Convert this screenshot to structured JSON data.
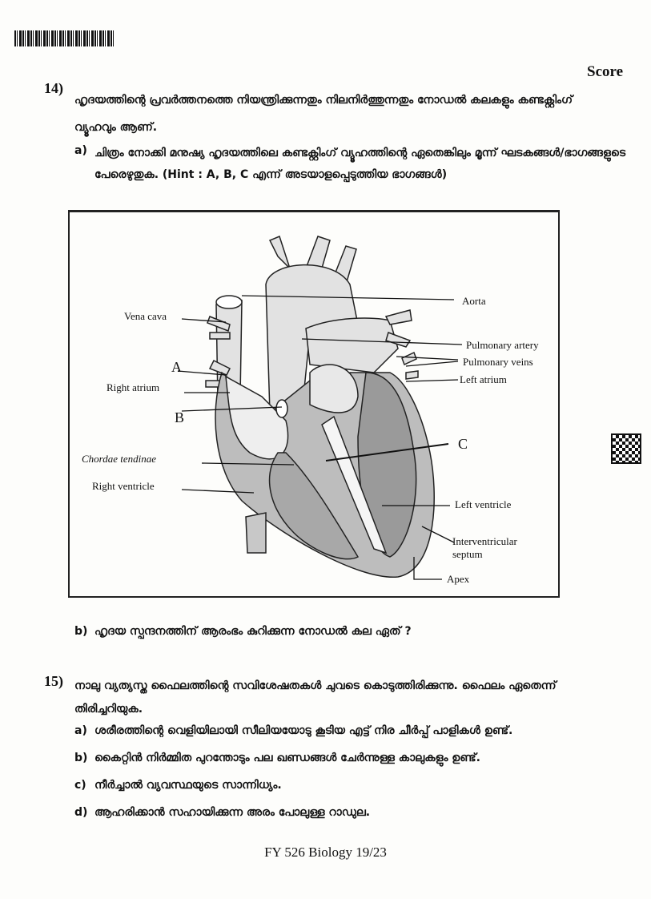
{
  "header": {
    "score_label": "Score"
  },
  "q14": {
    "number": "14)",
    "stem": "ഹൃദയത്തിന്റെ പ്രവർത്തനത്തെ നിയന്ത്രിക്കുന്നതും നിലനിർത്തുന്നതും നോഡൽ കലകളും കണ്ടക്റ്റിംഗ് വ്യൂഹവും ആണ്.",
    "a_label": "a)",
    "a_text": "ചിത്രം നോക്കി മനുഷ്യ ഹൃദയത്തിലെ കണ്ടക്റ്റിംഗ് വ്യൂഹത്തിന്റെ ഏതെങ്കിലും മൂന്ന് ഘടകങ്ങൾ/ഭാഗങ്ങളുടെ പേരെഴുതുക. (Hint : A, B, C എന്ന് അടയാളപ്പെടുത്തിയ ഭാഗങ്ങൾ)",
    "b_label": "b)",
    "b_text": "ഹൃദയ സ്പന്ദനത്തിന് ആരംഭം കുറിക്കുന്ന നോഡൽ കല ഏത് ?"
  },
  "diagram": {
    "labels": {
      "aorta": "Aorta",
      "vena_cava": "Vena cava",
      "pulmonary_artery": "Pulmonary artery",
      "pulmonary_veins": "Pulmonary veins",
      "left_atrium": "Left atrium",
      "a": "A",
      "right_atrium": "Right atrium",
      "b": "B",
      "c": "C",
      "chordae": "Chordae tendinae",
      "right_ventricle": "Right ventricle",
      "left_ventricle": "Left ventricle",
      "septum_1": "Interventricular",
      "septum_2": "septum",
      "apex": "Apex"
    }
  },
  "q15": {
    "number": "15)",
    "stem": "നാലു വ്യത്യസ്ത ഫൈലത്തിന്റെ സവിശേഷതകൾ ചുവടെ കൊടുത്തിരിക്കുന്നു. ഫൈലം ഏതെന്ന് തിരിച്ചറിയുക.",
    "items": [
      {
        "label": "a)",
        "text": "ശരീരത്തിന്റെ വെളിയിലായി സീലിയയോടു കൂടിയ എട്ട് നിര ചീർപ്പ് പാളികൾ ഉണ്ട്."
      },
      {
        "label": "b)",
        "text": "കൈറ്റിൻ നിർമ്മിത പുറന്തോടും പല ഖണ്ഡങ്ങൾ ചേർന്നുള്ള കാലുകളും ഉണ്ട്."
      },
      {
        "label": "c)",
        "text": "നീർച്ചാൽ വ്യവസ്ഥയുടെ സാന്നിധ്യം."
      },
      {
        "label": "d)",
        "text": "ആഹരിക്കാൻ സഹായിക്കുന്ന അരം പോലുള്ള റാഡുല."
      }
    ]
  },
  "footer": {
    "page_code": "FY 526 Biology 19/23"
  }
}
